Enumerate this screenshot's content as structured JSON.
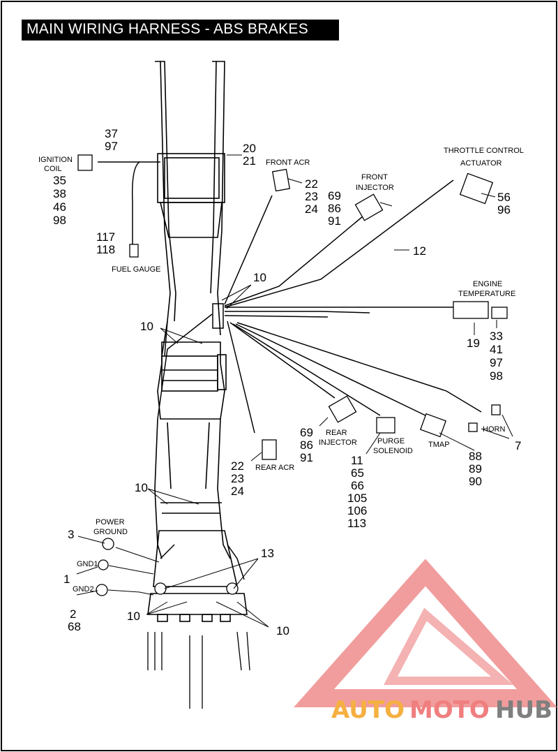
{
  "title": "MAIN WIRING HARNESS - ABS BRAKES",
  "labels": {
    "ignition_coil": [
      "IGNITION",
      "COIL"
    ],
    "fuel_gauge": "FUEL GAUGE",
    "front_acr": "FRONT ACR",
    "front_injector": [
      "FRONT",
      "INJECTOR"
    ],
    "throttle_actuator": [
      "THROTTLE CONTROL",
      "ACTUATOR"
    ],
    "engine_temperature": [
      "ENGINE",
      "TEMPERATURE"
    ],
    "horn": "HORN",
    "tmap": "TMAP",
    "purge_solenoid": [
      "PURGE",
      "SOLENOID"
    ],
    "rear_injector": [
      "REAR",
      "INJECTOR"
    ],
    "rear_acr": "REAR ACR",
    "power_ground": [
      "POWER",
      "GROUND"
    ],
    "gnd1": "GND1",
    "gnd2": "GND2"
  },
  "callouts": {
    "ignition_top": [
      "37",
      "97"
    ],
    "ignition_side": [
      "35",
      "38",
      "46",
      "98"
    ],
    "frame_top": [
      "20",
      "21"
    ],
    "front_acr": [
      "22",
      "23",
      "24"
    ],
    "front_injector": [
      "69",
      "86",
      "91"
    ],
    "throttle_actuator": [
      "56",
      "96"
    ],
    "fuel_gauge": [
      "117",
      "118"
    ],
    "item_12": "12",
    "item_10_a": "10",
    "item_10_b": "10",
    "engine_temp_a": "19",
    "engine_temp_b": [
      "33",
      "41",
      "97",
      "98"
    ],
    "rear_injector": [
      "69",
      "86",
      "91"
    ],
    "purge_solenoid": [
      "11",
      "65",
      "66",
      "105",
      "106",
      "113"
    ],
    "tmap": [
      "88",
      "89",
      "90"
    ],
    "horn": "7",
    "rear_acr": [
      "22",
      "23",
      "24"
    ],
    "item_10_c": "10",
    "power_ground": "3",
    "gnd1": "1",
    "gnd2": [
      "2",
      "68"
    ],
    "item_13": "13",
    "item_10_d": "10",
    "item_10_e": "10"
  },
  "watermark": {
    "part1": "AUTO",
    "part2": "MOTO",
    "part3": "HUB",
    "color_orange": "#f5b041",
    "color_red": "#ef7f7f",
    "color_gray": "#7f7f7f"
  }
}
